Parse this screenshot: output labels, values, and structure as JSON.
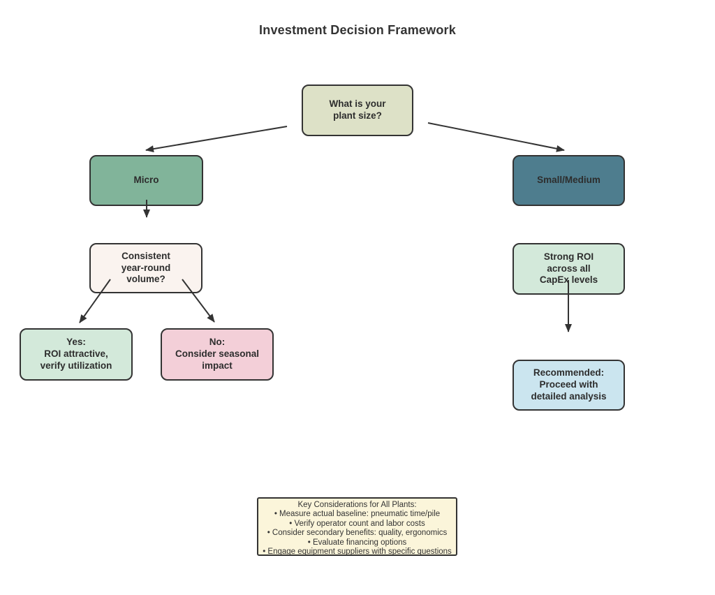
{
  "title": "Investment Decision Framework",
  "colors": {
    "background": "#ffffff",
    "border": "#333333",
    "arrow": "#333333",
    "node_fills": {
      "plant_size": "#dde1c7",
      "micro": "#81b49a",
      "small_medium": "#4e7d8e",
      "consistent_volume": "#faf3ef",
      "yes_roi": "#d3e9da",
      "no_seasonal": "#f3cfd8",
      "strong_roi": "#d3e9da",
      "recommended": "#cbe5ef",
      "key_box": "#fbf5da"
    }
  },
  "nodes": {
    "plant_size": {
      "text": "What is your\nplant size?"
    },
    "micro": {
      "text": "Micro"
    },
    "small_medium": {
      "text": "Small/Medium"
    },
    "consistent_volume": {
      "text": "Consistent\nyear-round\nvolume?"
    },
    "yes_roi": {
      "text": "Yes:\nROI attractive,\nverify utilization"
    },
    "no_seasonal": {
      "text": "No:\nConsider seasonal\nimpact"
    },
    "strong_roi": {
      "text": "Strong ROI\nacross all\nCapEx levels"
    },
    "recommended": {
      "text": "Recommended:\nProceed with\ndetailed analysis"
    }
  },
  "edges": [
    {
      "from": "plant_size",
      "to": "micro"
    },
    {
      "from": "plant_size",
      "to": "small_medium"
    },
    {
      "from": "micro",
      "to": "consistent_volume"
    },
    {
      "from": "consistent_volume",
      "to": "yes_roi"
    },
    {
      "from": "consistent_volume",
      "to": "no_seasonal"
    },
    {
      "from": "strong_roi",
      "to": "recommended"
    }
  ],
  "key_box": {
    "heading": "Key Considerations for All Plants:",
    "items": [
      "• Measure actual baseline: pneumatic time/pile",
      "• Verify operator count and labor costs",
      "• Consider secondary benefits: quality, ergonomics",
      "• Evaluate financing options",
      "• Engage equipment suppliers with specific questions"
    ]
  }
}
